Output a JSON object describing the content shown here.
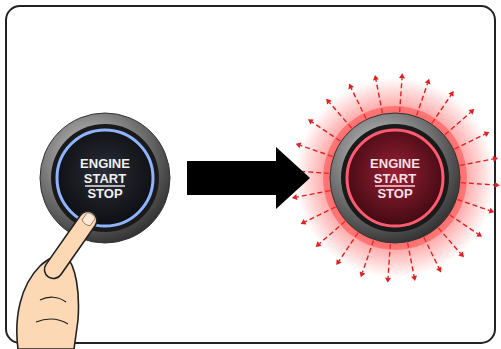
{
  "diagram": {
    "nodes": [
      {
        "text": [
          "ENGINE START STOP"
        ]
      },
      {
        "text": [
          "ENGINE START STOP"
        ]
      }
    ],
    "edges": [
      {
        "from": 0,
        "to": 1,
        "arrow": "to"
      }
    ]
  }
}
